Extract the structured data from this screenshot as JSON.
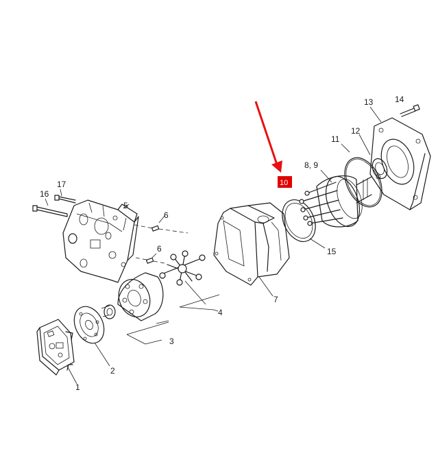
{
  "diagram": {
    "callouts": [
      {
        "id": "p1",
        "text": "1"
      },
      {
        "id": "p2",
        "text": "2"
      },
      {
        "id": "p3",
        "text": "3"
      },
      {
        "id": "p4",
        "text": "4"
      },
      {
        "id": "p5",
        "text": "5"
      },
      {
        "id": "p6a",
        "text": "6"
      },
      {
        "id": "p6b",
        "text": "6"
      },
      {
        "id": "p7",
        "text": "7"
      },
      {
        "id": "p89",
        "text": "8, 9"
      },
      {
        "id": "p10",
        "text": "10"
      },
      {
        "id": "p11",
        "text": "11"
      },
      {
        "id": "p12",
        "text": "12"
      },
      {
        "id": "p13",
        "text": "13"
      },
      {
        "id": "p14",
        "text": "14"
      },
      {
        "id": "p15",
        "text": "15"
      },
      {
        "id": "p16",
        "text": "16"
      },
      {
        "id": "p17",
        "text": "17"
      }
    ],
    "highlight_color": "#e00000",
    "arrow_color": "#e81010"
  }
}
